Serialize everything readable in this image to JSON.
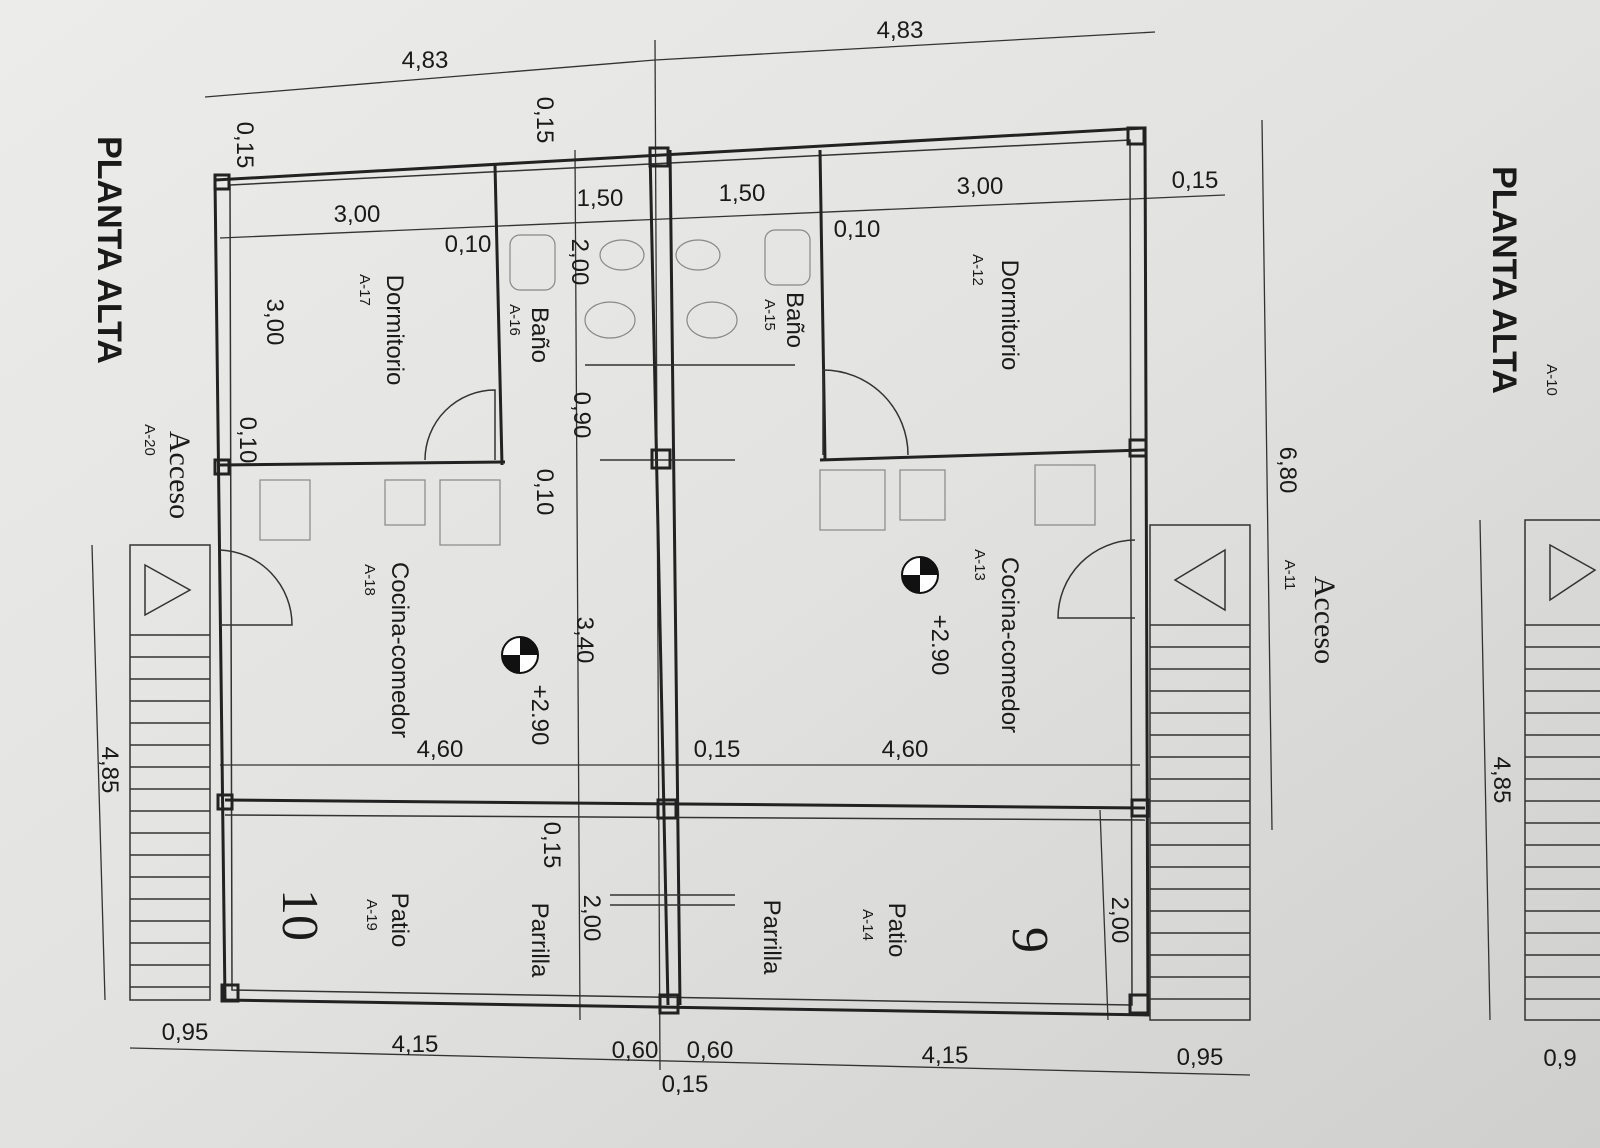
{
  "titles": {
    "left": "PLANTA ALTA",
    "right": "PLANTA ALTA",
    "right_code": "A-10"
  },
  "units": {
    "left": {
      "number": "10",
      "dormitorio": {
        "label": "Dormitorio",
        "code": "A-17"
      },
      "bano": {
        "label": "Baño",
        "code": "A-16"
      },
      "cocina": {
        "label": "Cocina-comedor",
        "code": "A-18"
      },
      "patio": {
        "label": "Patio",
        "code": "A-19"
      },
      "parrilla": "Parrilla",
      "acceso": {
        "label": "Acceso",
        "code": "A-20"
      },
      "level": "+2.90"
    },
    "right": {
      "number": "9",
      "dormitorio": {
        "label": "Dormitorio",
        "code": "A-12"
      },
      "bano": {
        "label": "Baño",
        "code": "A-15"
      },
      "cocina": {
        "label": "Cocina-comedor",
        "code": "A-13"
      },
      "patio": {
        "label": "Patio",
        "code": "A-14"
      },
      "parrilla": "Parrilla",
      "acceso": {
        "label": "Acceso",
        "code": "A-11"
      },
      "level": "+2.90"
    }
  },
  "dims": {
    "top_left": "4,83",
    "top_right": "4,83",
    "wall_tl": "0,15",
    "wall_tc": "0,15",
    "wall_tr": "0,15",
    "dorm_l_w": "3,00",
    "bano_l_w": "1,50",
    "bano_r_w": "1,50",
    "dorm_r_w": "3,00",
    "part_l": "0,10",
    "part_r": "0,10",
    "bano_h": "2,00",
    "dorm_l_h": "3,00",
    "wall_l": "0,10",
    "pass_w": "0,90",
    "part_c": "0,10",
    "total_h": "6,80",
    "cocina_h": "3,40",
    "coc_l_w": "4,60",
    "mid_wall": "0,15",
    "coc_r_w": "4,60",
    "side_left": "4,85",
    "side_right": "4,85",
    "wall_b": "0,15",
    "parr_h": "2,00",
    "patio_h": "2,00",
    "b_l_stair": "0,95",
    "b_l": "4,15",
    "b_parr_l": "0,60",
    "b_parr_r": "0,60",
    "b_mid": "0,15",
    "b_r": "4,15",
    "b_r_stair": "0,95",
    "b_far": "0,9"
  }
}
